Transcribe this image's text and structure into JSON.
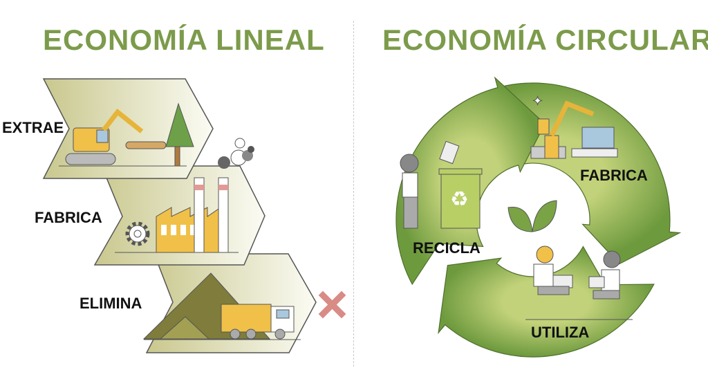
{
  "linear": {
    "title": "ECONOMÍA LINEAL",
    "steps": [
      {
        "label": "EXTRAE",
        "icon": "excavator-tree-icon"
      },
      {
        "label": "FABRICA",
        "icon": "factory-icon"
      },
      {
        "label": "ELIMINA",
        "icon": "garbage-truck-icon"
      }
    ],
    "end_icon": "x-mark-icon"
  },
  "circular": {
    "title": "ECONOMÍA CIRCULAR",
    "steps": [
      {
        "label": "FABRICA",
        "icon": "robot-arm-icon"
      },
      {
        "label": "UTILIZA",
        "icon": "people-laptops-icon"
      },
      {
        "label": "RECICLA",
        "icon": "recycle-bin-icon"
      }
    ],
    "center_icon": "leaves-icon"
  },
  "colors": {
    "title": "#7c9b4b",
    "ring": "#76a043",
    "chevron": "#cfcf9a",
    "accent": "#f1c048",
    "x": "#d98b86"
  }
}
